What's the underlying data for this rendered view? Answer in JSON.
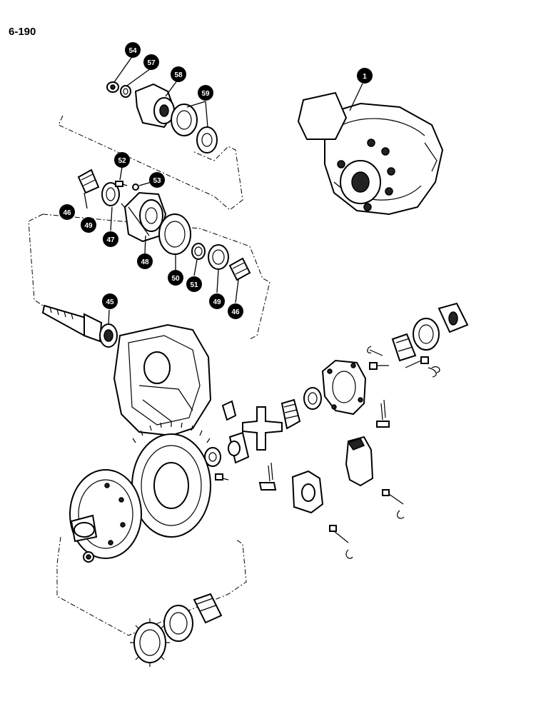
{
  "page": {
    "number": "6-190"
  },
  "callouts": {
    "c1": "1",
    "c45": "45",
    "c46a": "46",
    "c46b": "46",
    "c47": "47",
    "c48": "48",
    "c49a": "49",
    "c49b": "49",
    "c50": "50",
    "c51": "51",
    "c52": "52",
    "c53": "53",
    "c54": "54",
    "c57": "57",
    "c58": "58",
    "c59": "59"
  }
}
